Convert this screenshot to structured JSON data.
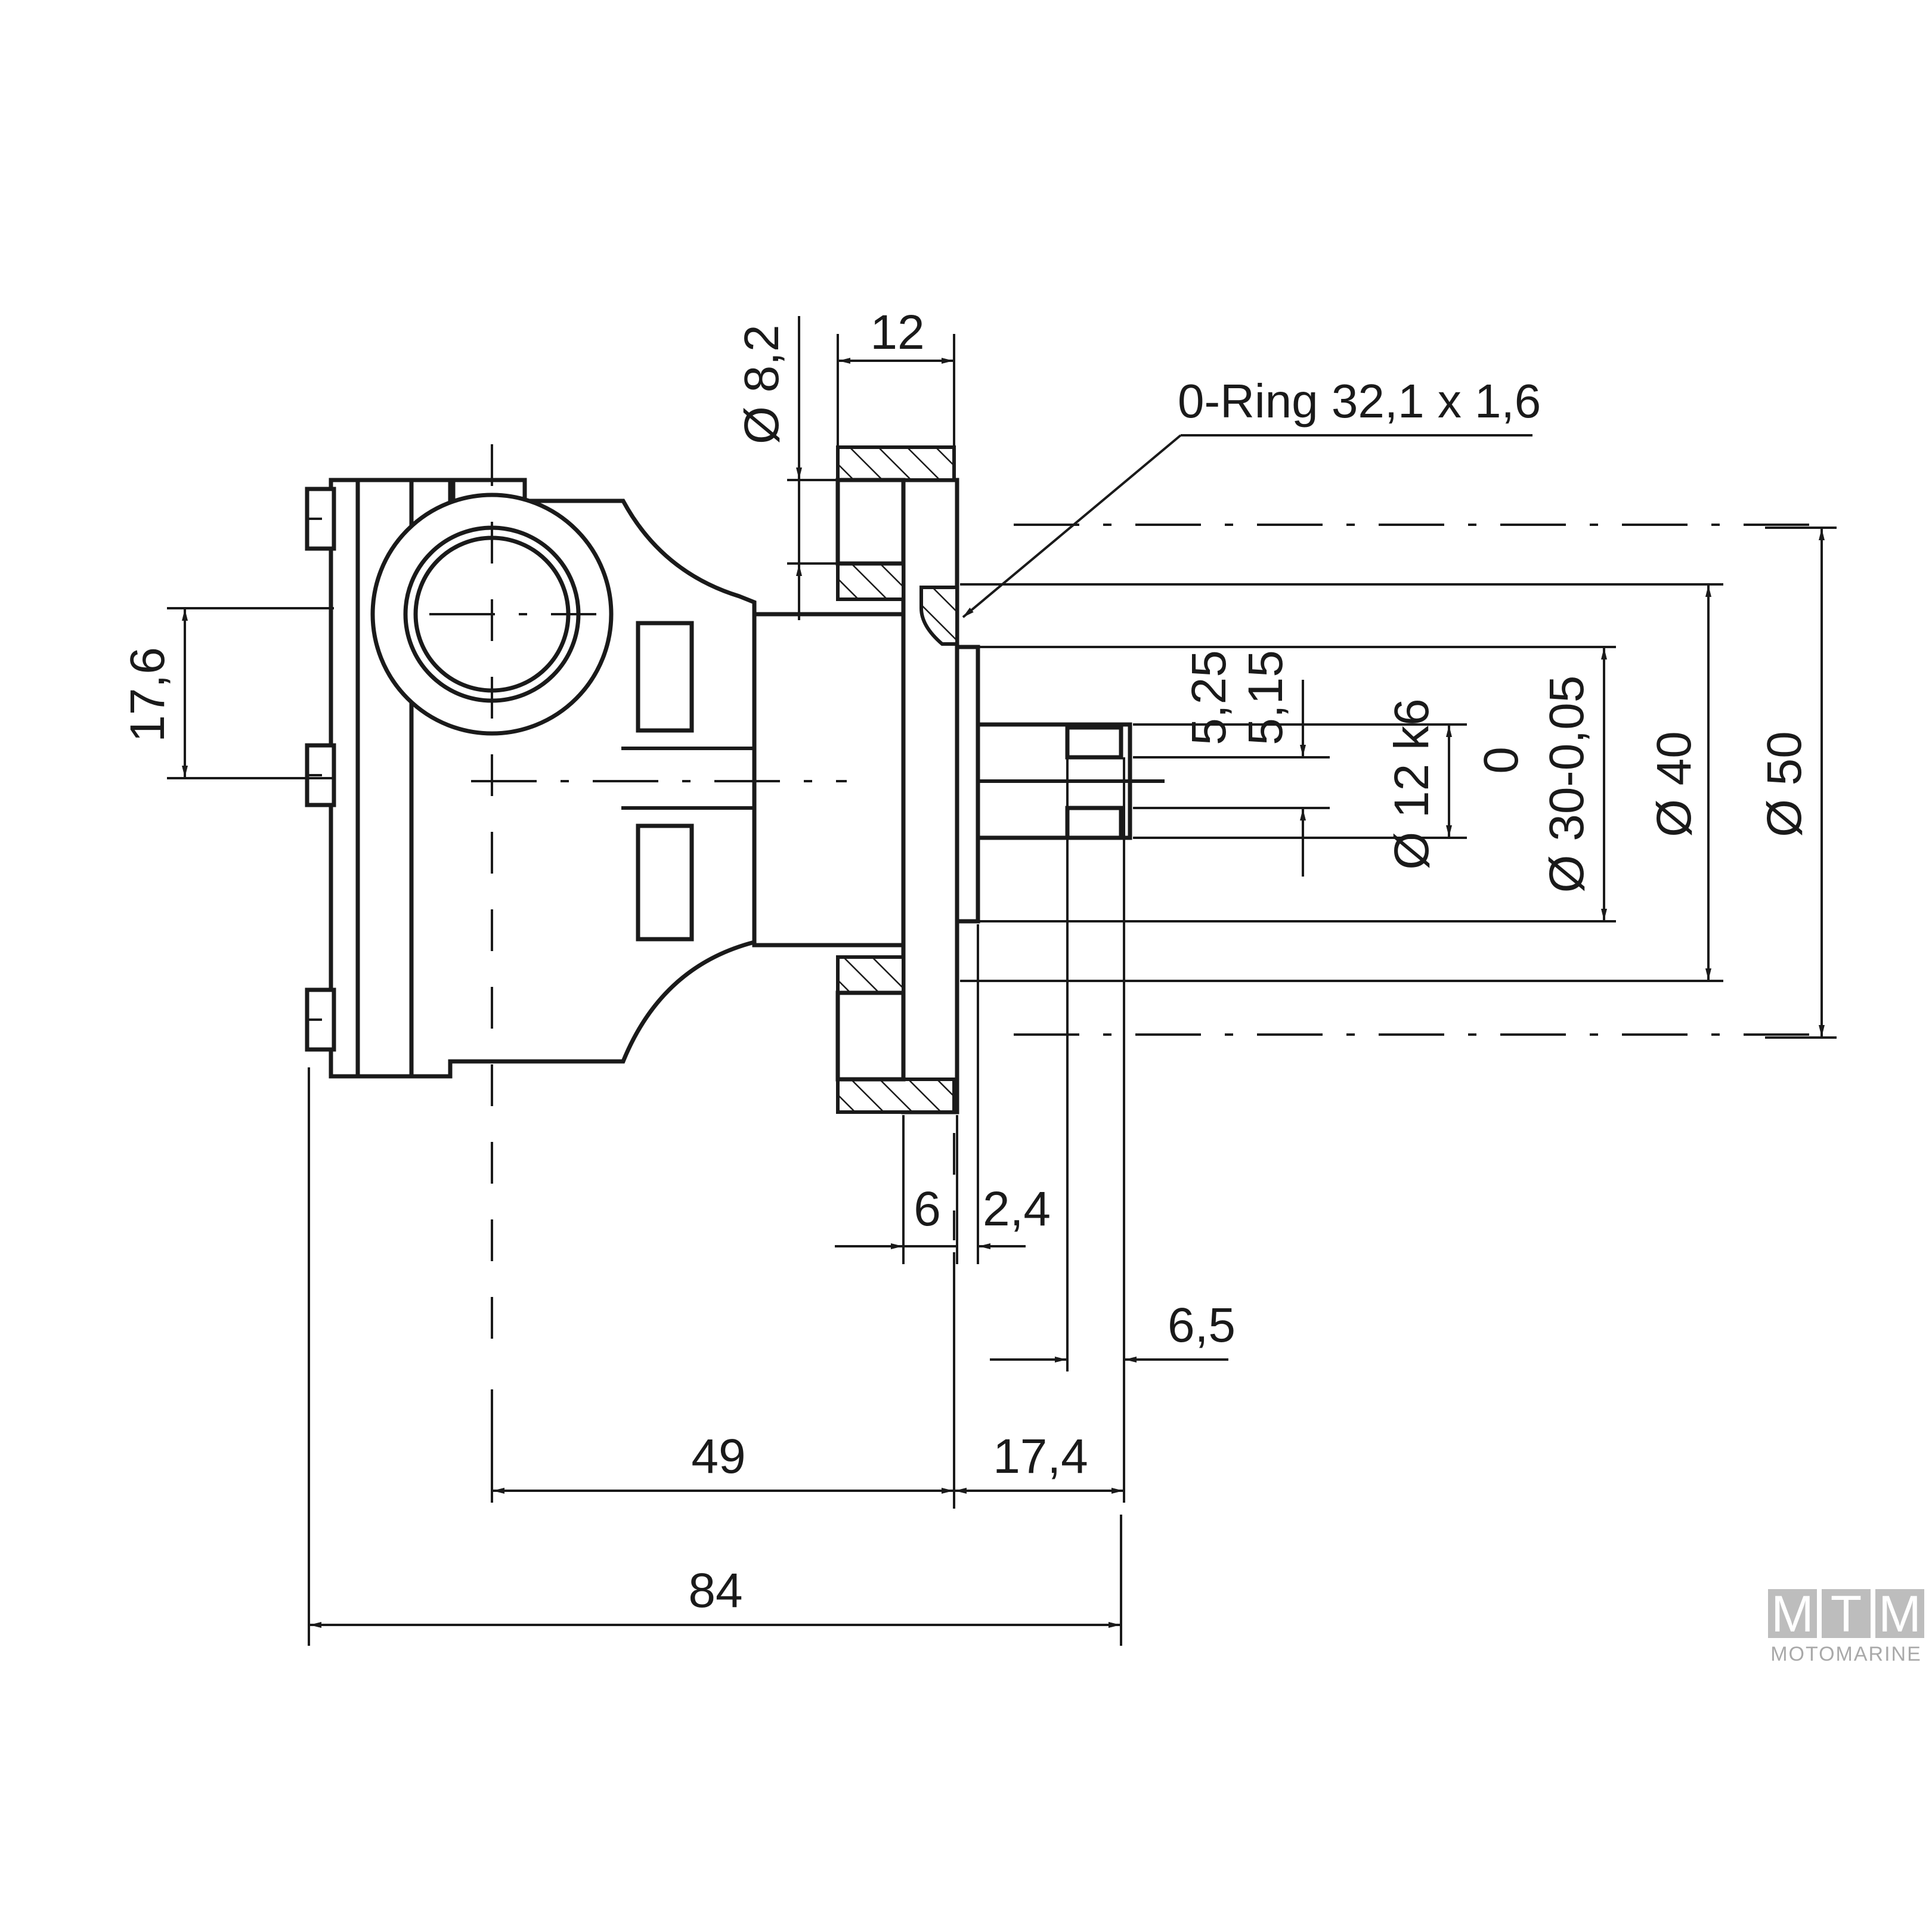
{
  "dimensions": {
    "hole_dia": "Ø 8,2",
    "flange_width": "12",
    "oring": "0-Ring 32,1 x 1,6",
    "port_offset": "17,6",
    "keyway_1": "5,25",
    "keyway_2": "5,15",
    "shaft_dia": "Ø 12 k6",
    "hub_dia_tol": "0",
    "hub_dia": "Ø 30-0,05",
    "pilot_dia": "Ø 40",
    "bolt_circle_dia": "Ø 50",
    "flange_thickness": "6",
    "oring_offset": "2,4",
    "key_length": "6,5",
    "center_to_flange": "49",
    "shaft_length": "17,4",
    "overall_length": "84"
  },
  "logo": {
    "letters": [
      "M",
      "T",
      "M"
    ],
    "subtitle": "MOTOMARINE",
    "color": "#bdbdbd"
  }
}
